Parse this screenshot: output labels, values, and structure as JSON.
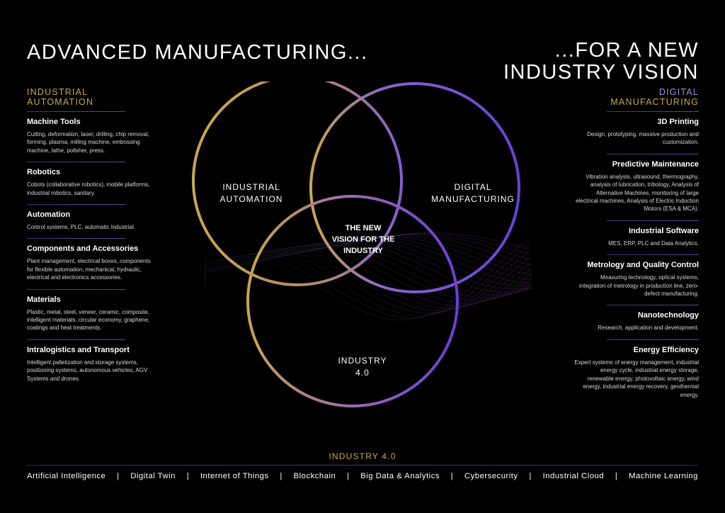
{
  "header": {
    "title_left": "ADVANCED MANUFACTURING...",
    "title_right_line1": "...FOR A NEW",
    "title_right_line2": "INDUSTRY VISION"
  },
  "left_column": {
    "heading_line1": "INDUSTRIAL",
    "heading_line2": "AUTOMATION",
    "sections": [
      {
        "title": "Machine Tools",
        "desc": "Cutting, deformation, laser, drilling, chip removal, forming, plasma, milling machine, embossing machine, lathe, polisher, press."
      },
      {
        "title": "Robotics",
        "desc": "Cobots (collaborative robotics), mobile platforms, industrial robotics, sanitary."
      },
      {
        "title": "Automation",
        "desc": "Control systems, PLC, automatic industrial."
      },
      {
        "title": "Components and Accessories",
        "desc": "Plant management, electrical boxes, components for flexible automation, mechanical, hydraulic, electrical and electronics accessories."
      },
      {
        "title": "Materials",
        "desc": "Plastic, metal, steel, veneer, ceramic, composite, intelligent materials, circular economy, graphene, coatings and heat treatments."
      },
      {
        "title": "Intralogistics and Transport",
        "desc": "Intelligent palletization and storage systems, positioning systems, autonomous vehicles, AGV Systems and drones."
      }
    ]
  },
  "right_column": {
    "heading_line1": "DIGITAL",
    "heading_line2": "MANUFACTURING",
    "sections": [
      {
        "title": "3D Printing",
        "desc": "Design, prototyping, massive production and customization."
      },
      {
        "title": "Predictive Maintenance",
        "desc": "Vibration analysis, ultrasound, thermography, analysis of lubrication, tribology, Analysis of Alternative Machines, monitoring of large electrical machines, Analysis of Electric Induction Motors (ESA & MCA)."
      },
      {
        "title": "Industrial Software",
        "desc": "MES, ERP, PLC and Data Analytics."
      },
      {
        "title": "Metrology and Quality Control",
        "desc": "Measuring technology, optical systems, integration of metrology in production line, zero-defect manufacturing."
      },
      {
        "title": "Nanotechnology",
        "desc": "Research, application and development."
      },
      {
        "title": "Energy Efficiency",
        "desc": "Expert systems of energy management, industrial energy cycle, industrial energy storage, renewable energy, photovoltaic energy, wind energy, industrial energy recovery, geothermal energy."
      }
    ]
  },
  "venn": {
    "left_label_1": "INDUSTRIAL",
    "left_label_2": "AUTOMATION",
    "right_label_1": "DIGITAL",
    "right_label_2": "MANUFACTURING",
    "bottom_label_1": "INDUSTRY",
    "bottom_label_2": "4.0",
    "center_1": "THE NEW",
    "center_2": "VISION FOR THE",
    "center_3": "INDUSTRY",
    "colors": {
      "gold": "#c9a84c",
      "violet": "#6b3fd8",
      "magenta": "#b23ad6"
    }
  },
  "footer": {
    "heading": "INDUSTRY 4.0",
    "items": [
      "Artificial Intelligence",
      "Digital Twin",
      "Internet of Things",
      "Blockchain",
      "Big Data & Analytics",
      "Cybersecurity",
      "Industrial Cloud",
      "Machine Learning"
    ],
    "separator": "|"
  }
}
